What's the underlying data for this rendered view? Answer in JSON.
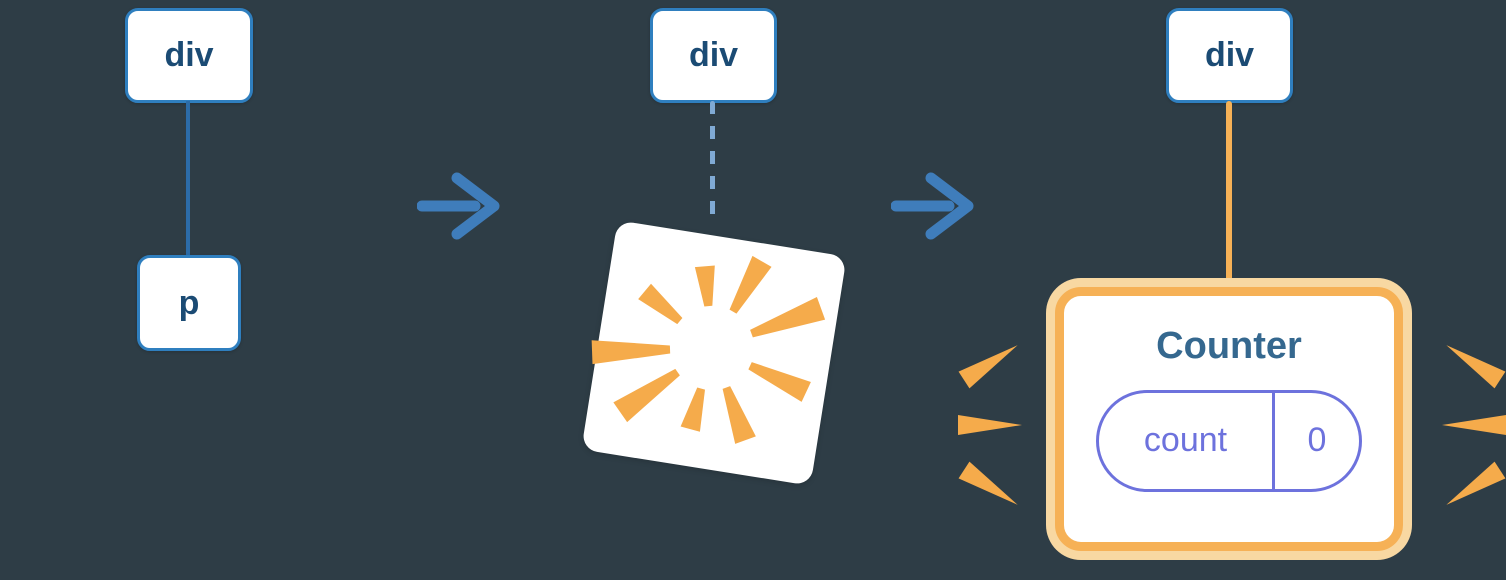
{
  "panels": [
    {
      "id": "initial-tree",
      "parent_label": "div",
      "child_label": "p"
    },
    {
      "id": "unmount-step",
      "parent_label": "div"
    },
    {
      "id": "mount-counter",
      "parent_label": "div",
      "component_label": "Counter",
      "state_key": "count",
      "state_value": "0"
    }
  ],
  "icons": {
    "arrow": "right-arrow-icon",
    "poof": "poof-burst-icon",
    "sparkle_left": "sparkle-left-icon",
    "sparkle_right": "sparkle-right-icon"
  },
  "colors": {
    "background": "#2e3d46",
    "node_border": "#2f7fbf",
    "node_text": "#1b4b74",
    "connector_blue": "#2c6ca8",
    "connector_dashed_blue": "#80aad4",
    "arrow_blue": "#3f7dbb",
    "orange": "#f6b156",
    "orange_halo": "#f8d8a2",
    "burst_orange": "#f5ab4b",
    "pill_purple": "#6d72dd",
    "counter_title_blue": "#35688f"
  }
}
